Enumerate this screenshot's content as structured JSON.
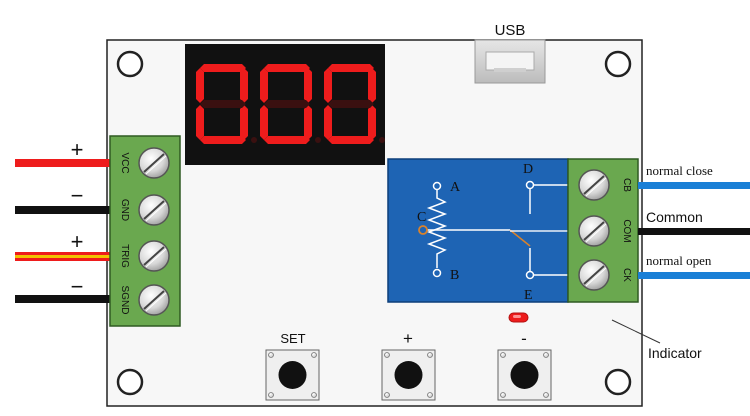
{
  "usb_label": "USB",
  "display": {
    "digits": [
      "0",
      "0",
      "0"
    ],
    "color": "#ee1c1c"
  },
  "left_terminal": {
    "pins": [
      {
        "label": "VCC",
        "sign": "+"
      },
      {
        "label": "GND",
        "sign": "−"
      },
      {
        "label": "TRIG",
        "sign": "+"
      },
      {
        "label": "SGND",
        "sign": "−"
      }
    ]
  },
  "relay": {
    "points": {
      "a": "A",
      "b": "B",
      "c": "C",
      "d": "D",
      "e": "E"
    },
    "color": "#1e64b4"
  },
  "right_terminal": {
    "pins": [
      {
        "code": "CB",
        "label": "normal close"
      },
      {
        "code": "COM",
        "label": "Common"
      },
      {
        "code": "CK",
        "label": "normal open"
      }
    ]
  },
  "buttons": {
    "set": "SET",
    "plus": "+",
    "minus": "-"
  },
  "indicator_label": "Indicator",
  "colors": {
    "board": "#f7f7f7",
    "terminal": "#6aa84f",
    "wire_red": "#ee1c1c",
    "wire_black": "#111111",
    "wire_blue": "#1a7fd6"
  }
}
